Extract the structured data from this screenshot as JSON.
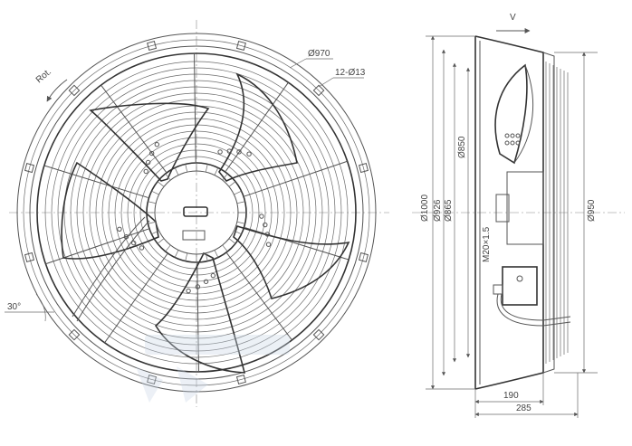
{
  "front_view": {
    "rotation_label": "Rot.",
    "diameter_970": "Ø970",
    "holes": "12-Ø13",
    "angle": "30°"
  },
  "side_view": {
    "airflow_label": "V",
    "dia_1000": "Ø1000",
    "dia_926": "Ø926",
    "dia_865": "Ø865",
    "dia_850": "Ø850",
    "dia_950": "Ø950",
    "thread": "M20×1.5",
    "depth_190": "190",
    "depth_285": "285"
  },
  "colors": {
    "line": "#555555",
    "watermark": "#c9d6e6"
  }
}
